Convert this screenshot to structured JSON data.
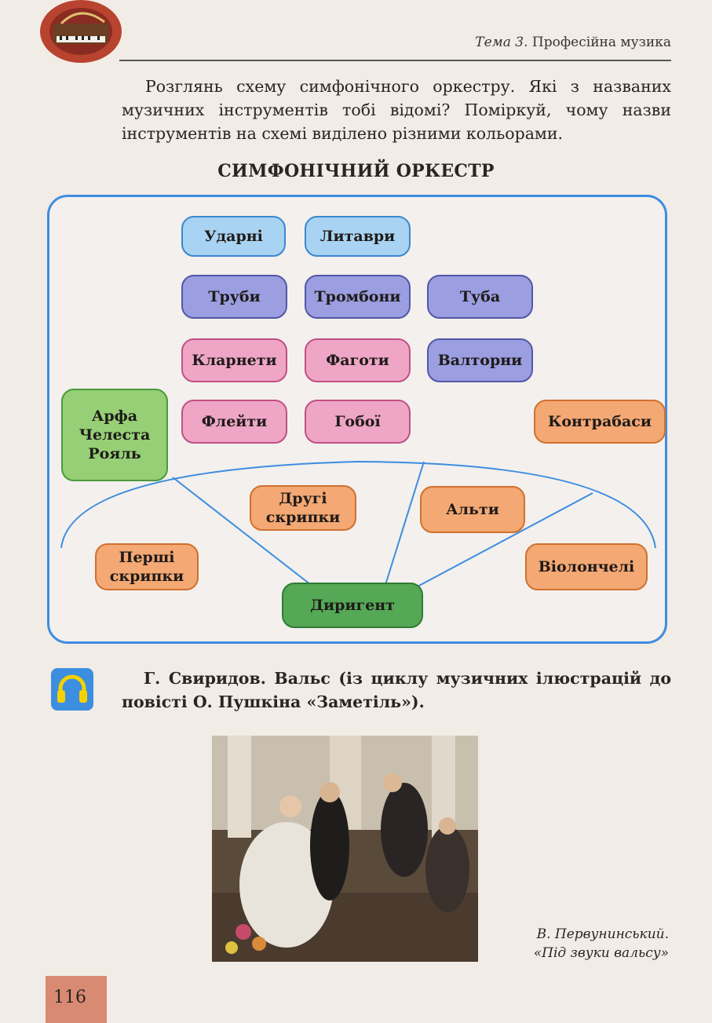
{
  "header": {
    "topic_prefix": "Тема 3.",
    "topic_title": " Професійна музика"
  },
  "intro_text": "Розглянь схему симфонічного оркестру. Які з названих музичних інструментів тобі відомі? Поміркуй, чому назви інструментів на схемі виділено різними кольорами.",
  "scheme": {
    "title": "СИМФОНІЧНИЙ ОРКЕСТР",
    "boxes": {
      "udarni": "Ударні",
      "lytavry": "Литаври",
      "truby": "Труби",
      "trombony": "Тромбони",
      "tuba": "Туба",
      "klarnety": "Кларнети",
      "fagoty": "Фаготи",
      "valtorny": "Валторни",
      "arfa": "Арфа",
      "chelesta": "Челеста",
      "roial": "Рояль",
      "fleity": "Флейти",
      "goboi": "Гобої",
      "kontrabasy": "Контрабаси",
      "druhi_l1": "Другі",
      "druhi_l2": "скрипки",
      "alty": "Альти",
      "pershi_l1": "Перші",
      "pershi_l2": "скрипки",
      "violonchely": "Віолончелі",
      "dyryhent": "Диригент"
    },
    "colors": {
      "border": "#3d8de0",
      "percussion": "#a9d3f2",
      "brass": "#9b9ee0",
      "woodwinds": "#efa6c6",
      "keyboards": "#96cf75",
      "strings": "#f4a873",
      "conductor": "#55a856"
    }
  },
  "listening": {
    "icon": "headphones-icon",
    "text": "Г. Свиридов. Вальс (із циклу музичних ілюстрацій до повісті О. Пушкіна «Заметіль»)."
  },
  "painting": {
    "caption_author": "В. Первунинський.",
    "caption_title": "«Під звуки вальсу»"
  },
  "page_number": "116"
}
